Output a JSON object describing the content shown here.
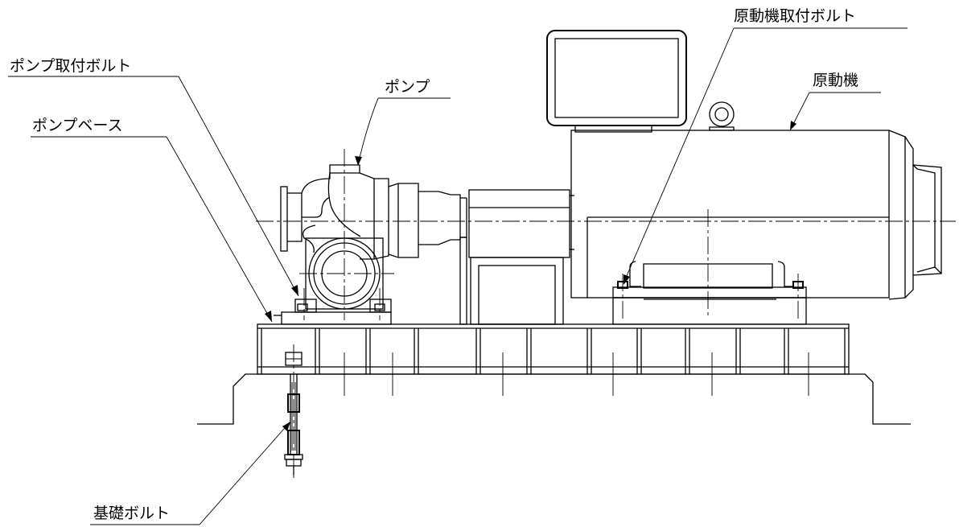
{
  "labels": {
    "pump_mount_bolt": "ポンプ取付ボルト",
    "pump_base": "ポンプベース",
    "pump": "ポンプ",
    "motor_mount_bolt": "原動機取付ボルト",
    "motor": "原動機",
    "foundation_bolt": "基礎ボルト"
  },
  "colors": {
    "line": "#000000",
    "background": "#ffffff"
  }
}
